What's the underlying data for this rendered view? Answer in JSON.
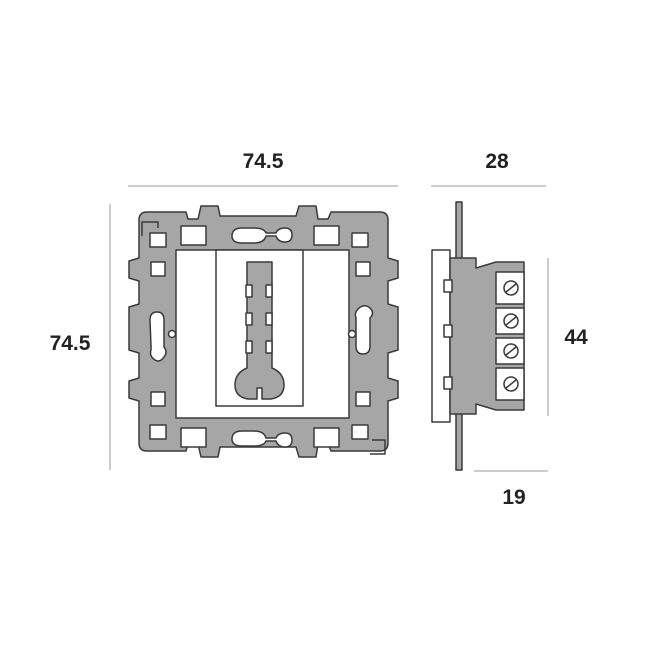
{
  "dimensions": {
    "front_width": "74.5",
    "front_height": "74.5",
    "side_depth": "28",
    "side_height": "44",
    "side_body_depth": "19"
  },
  "colors": {
    "plate_fill": "#a6a6a6",
    "outline": "#3a3a3a",
    "face_fill": "#ffffff",
    "dim_line": "#9a9a9a",
    "text": "#222222"
  }
}
